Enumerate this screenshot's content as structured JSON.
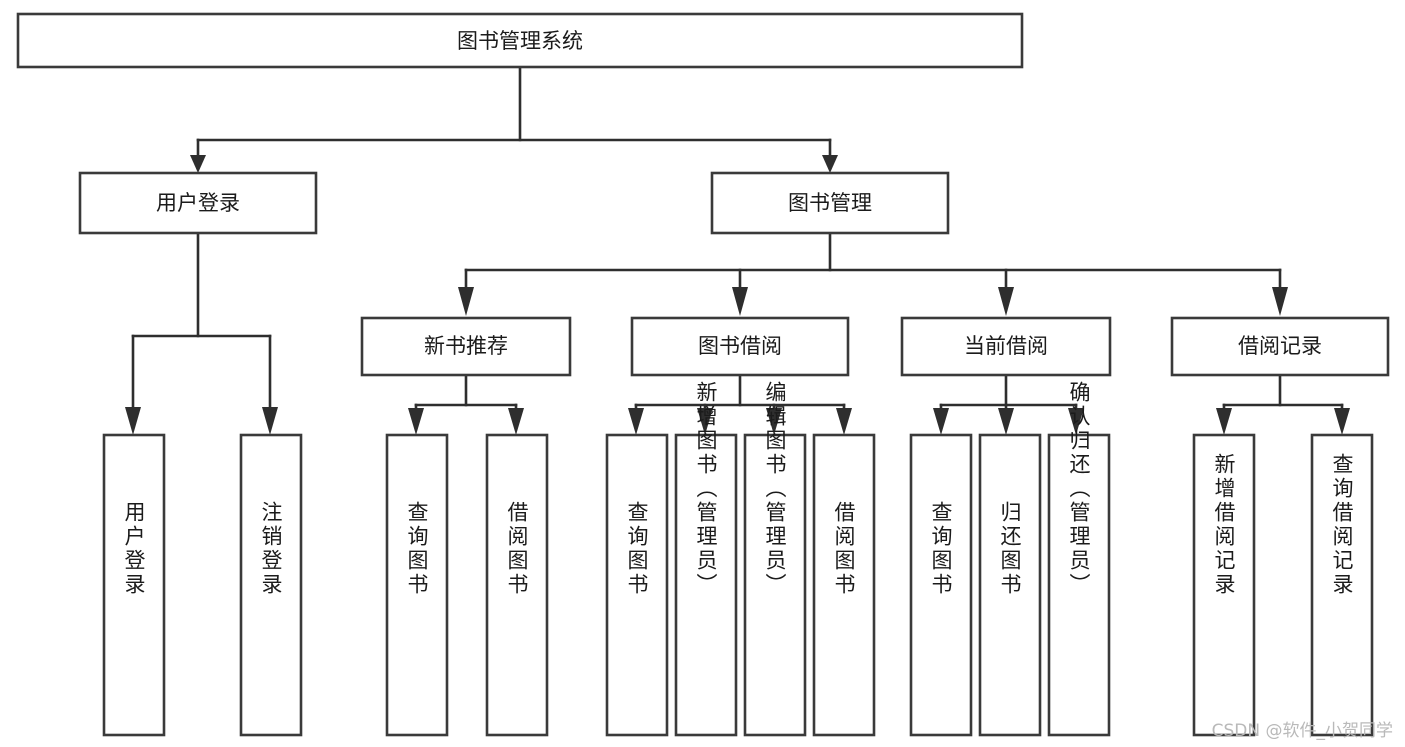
{
  "diagram": {
    "title": "图书管理系统",
    "type": "hierarchy-tree",
    "orientation": "top-down",
    "root": {
      "label": "图书管理系统"
    },
    "level2": [
      {
        "label": "用户登录"
      },
      {
        "label": "图书管理"
      }
    ],
    "level3": [
      {
        "label": "新书推荐"
      },
      {
        "label": "图书借阅"
      },
      {
        "label": "当前借阅"
      },
      {
        "label": "借阅记录"
      }
    ],
    "leaves": {
      "user_login": [
        {
          "label": "用户登录"
        },
        {
          "label": "注销登录"
        }
      ],
      "new_book_recommend": [
        {
          "label": "查询图书"
        },
        {
          "label": "借阅图书"
        }
      ],
      "book_borrow": [
        {
          "label": "查询图书"
        },
        {
          "label": "新增图书（管理员）"
        },
        {
          "label": "编辑图书（管理员）"
        },
        {
          "label": "借阅图书"
        }
      ],
      "current_borrow": [
        {
          "label": "查询图书"
        },
        {
          "label": "归还图书"
        },
        {
          "label": "确认归还（管理员）"
        }
      ],
      "borrow_record": [
        {
          "label": "新增借阅记录"
        },
        {
          "label": "查询借阅记录"
        }
      ]
    }
  },
  "watermark": {
    "text": "CSDN @软件_小贺同学"
  },
  "colors": {
    "box_stroke": "#3a3a3a",
    "box_fill": "#ffffff",
    "connector": "#2e2e2e",
    "text": "#1b1b1b",
    "watermark": "#b9b9b9",
    "background": "#ffffff"
  }
}
